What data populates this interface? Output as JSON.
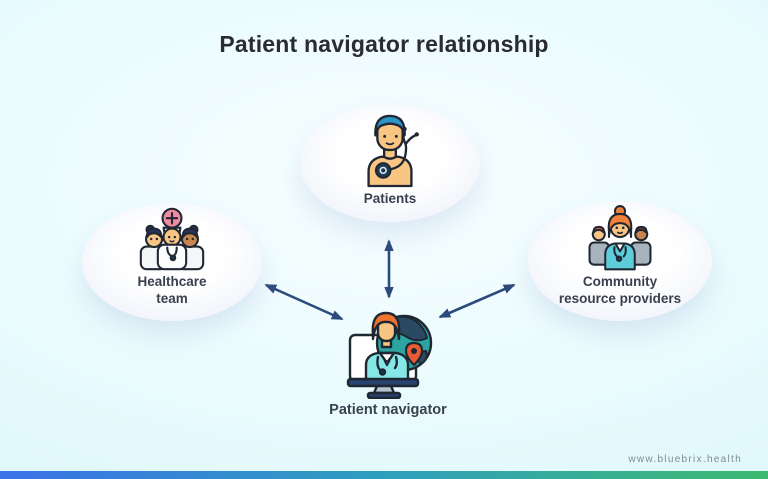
{
  "title": "Patient navigator relationship",
  "diagram": {
    "nodes": [
      {
        "id": "patients",
        "label": "Patients",
        "icon": "patient-with-stethoscope-icon"
      },
      {
        "id": "healthcare-team",
        "label": "Healthcare team",
        "label_lines": [
          "Healthcare",
          "team"
        ],
        "icon": "medical-team-icon"
      },
      {
        "id": "community-resource-providers",
        "label": "Community resource providers",
        "label_lines": [
          "Community",
          "resource providers"
        ],
        "icon": "care-provider-group-icon"
      },
      {
        "id": "patient-navigator",
        "label": "Patient navigator",
        "icon": "navigator-monitor-globe-icon"
      }
    ],
    "connections": [
      {
        "from": "patient-navigator",
        "to": "patients",
        "style": "double-arrow"
      },
      {
        "from": "patient-navigator",
        "to": "healthcare-team",
        "style": "double-arrow"
      },
      {
        "from": "patient-navigator",
        "to": "community-resource-providers",
        "style": "double-arrow"
      }
    ]
  },
  "footer": {
    "website": "www.bluebrix.health"
  },
  "colors": {
    "arrow": "#2d4a7c",
    "title_text": "#2b2b33",
    "label_text": "#39404e",
    "node_fill_center": "#ffffff",
    "node_fill_edge": "#d5ddf1",
    "background_center": "#f7feff",
    "background_edge": "#d4f4f9",
    "footer_bar_left": "#3b72e8",
    "footer_bar_mid": "#2e9fbe",
    "footer_bar_right": "#3fba70",
    "url_text": "#828a93"
  }
}
